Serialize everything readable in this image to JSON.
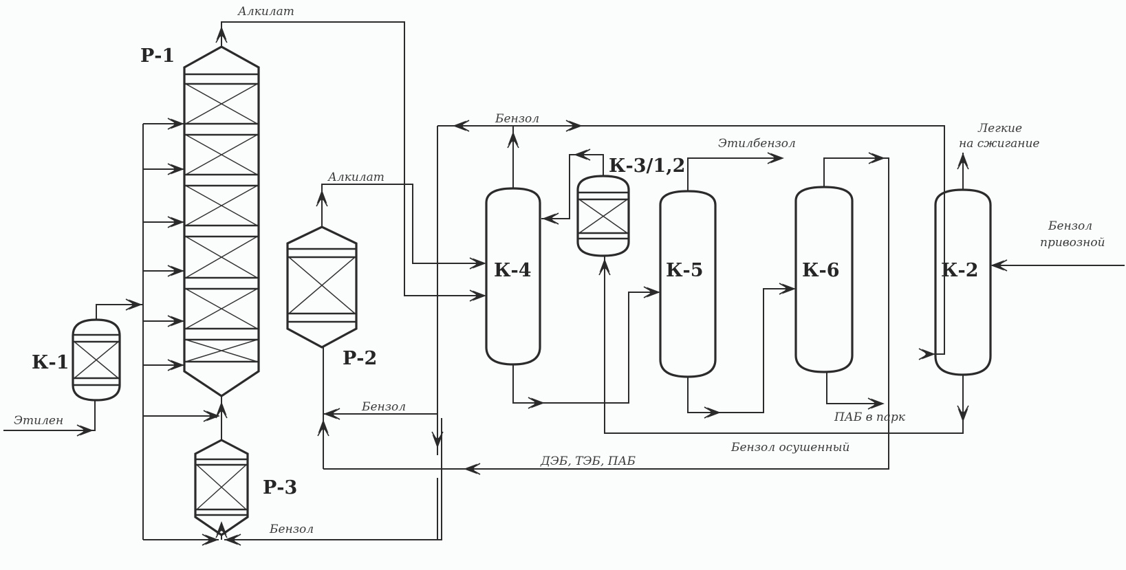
{
  "diagram": {
    "title": "Ethylbenzene alkylation process flow scheme",
    "colors": {
      "line": "#2b2b2b",
      "background": "#fbfcfc",
      "text": "#3a3a3a"
    },
    "equipment": {
      "p1": "Р-1",
      "p2": "Р-2",
      "p3": "Р-3",
      "k1": "К-1",
      "k2": "К-2",
      "k3": "К-3/1,2",
      "k4": "К-4",
      "k5": "К-5",
      "k6": "К-6"
    },
    "streams": {
      "alkylate_p1": "Алкилат",
      "alkylate_p2": "Алкилат",
      "benzene_top": "Бензол",
      "ethylbenzene": "Этилбензол",
      "light_line1": "Легкие",
      "light_line2": "на сжигание",
      "benzene_import_line1": "Бензол",
      "benzene_import_line2": "привозной",
      "ethylene": "Этилен",
      "benzene_p2": "Бензол",
      "benzene_p3": "Бензол",
      "heavy_recycle": "ДЭБ, ТЭБ, ПАБ",
      "dried_benzene": "Бензол осушенный",
      "pab_storage": "ПАБ в парк"
    }
  }
}
